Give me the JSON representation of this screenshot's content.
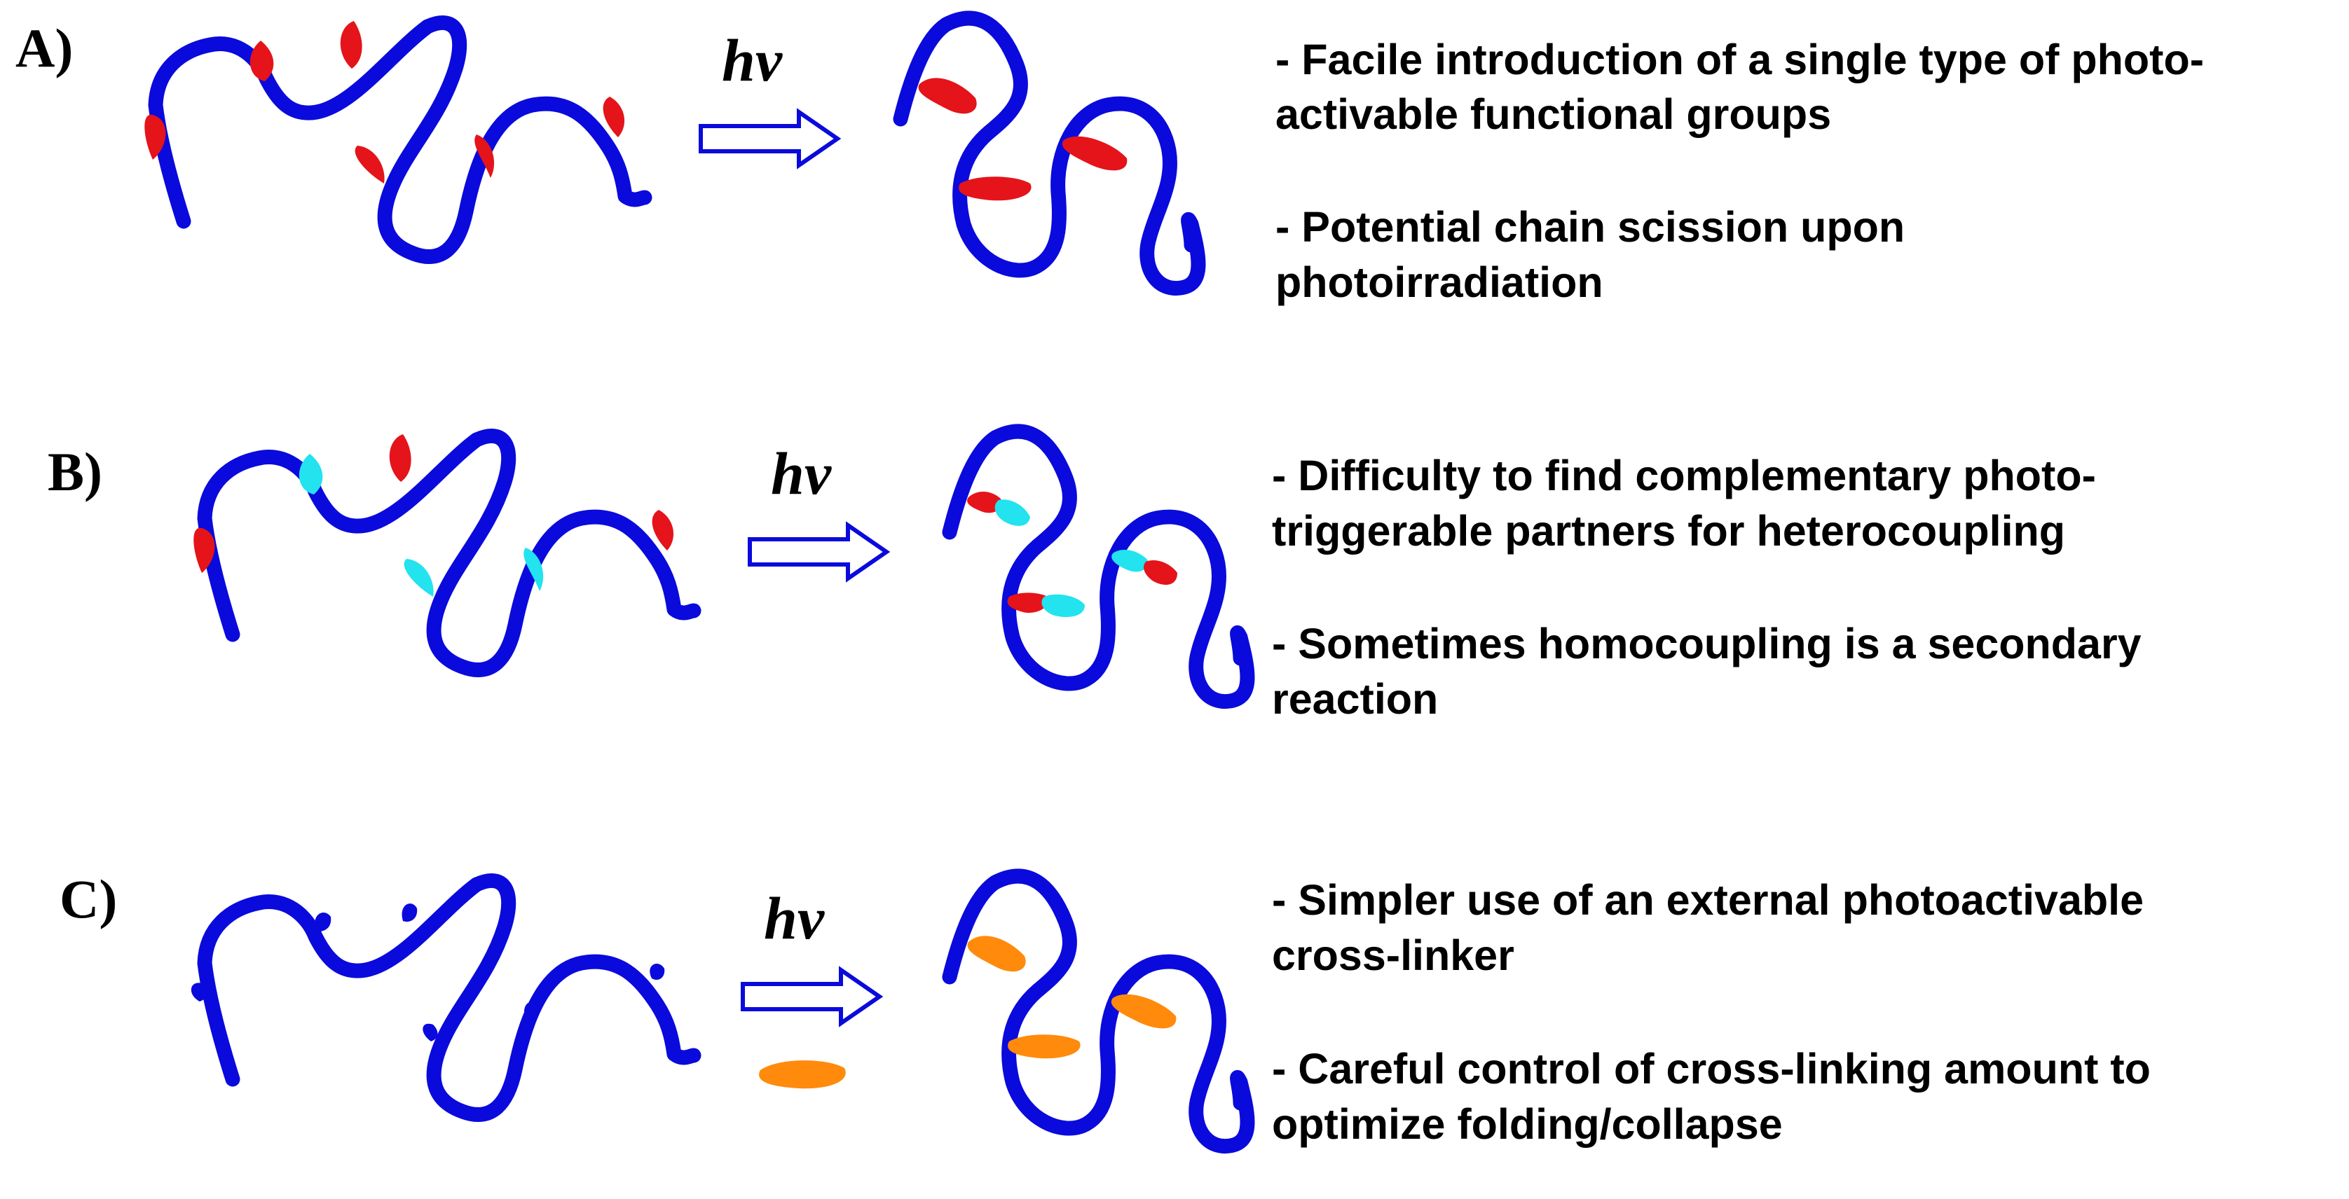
{
  "colors": {
    "chain": "#0a0adc",
    "group_red": "#e4141a",
    "group_cyan": "#22e3ee",
    "crosslinker_orange": "#ff8a0c",
    "arrow_stroke": "#0a0adc",
    "text": "#000000"
  },
  "panels": [
    {
      "label": "A)",
      "hv": "hv",
      "lines": [
        "- Facile introduction of a single type of photo-",
        "activable functional groups",
        "- Potential chain scission upon",
        "photoirradiation"
      ]
    },
    {
      "label": "B)",
      "hv": "hv",
      "lines": [
        "- Difficulty to find complementary photo-",
        "triggerable partners for heterocoupling",
        "- Sometimes homocoupling is a secondary",
        "reaction"
      ]
    },
    {
      "label": "C)",
      "hv": "hv",
      "lines": [
        "- Simpler use of an external photoactivable",
        "cross-linker",
        "- Careful control of cross-linking amount to",
        "optimize folding/collapse"
      ]
    }
  ]
}
